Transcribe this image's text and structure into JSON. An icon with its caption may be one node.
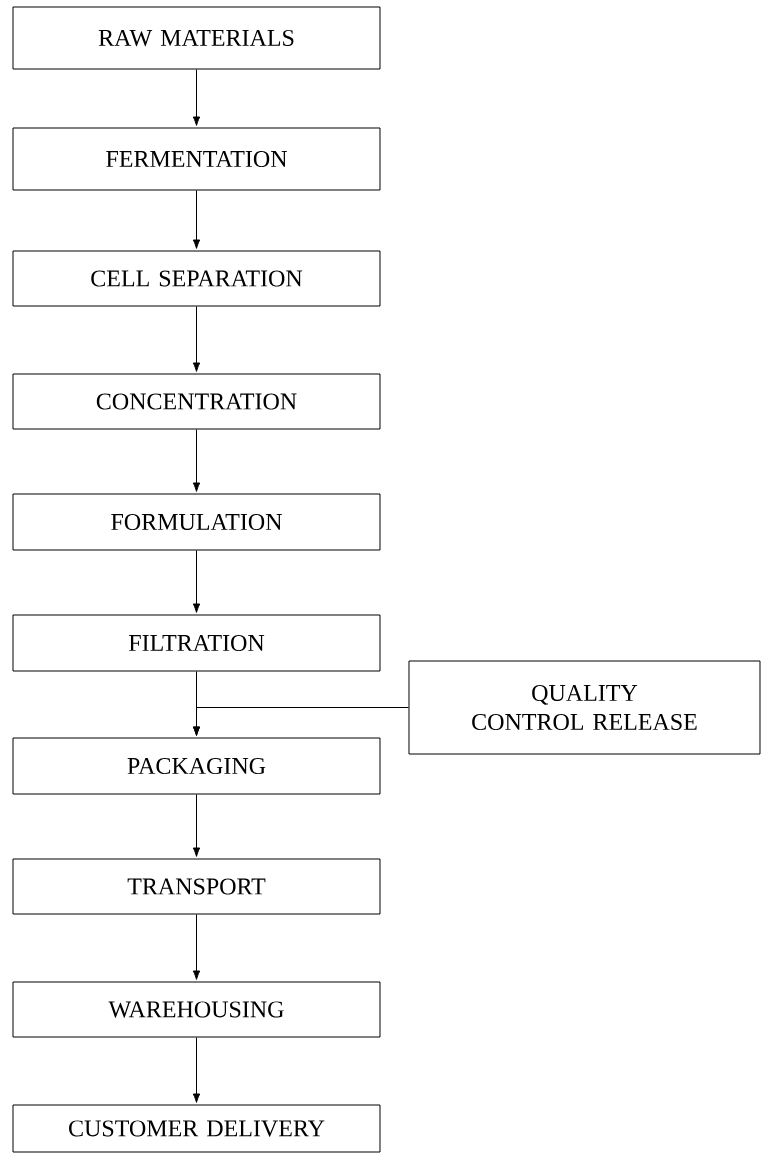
{
  "diagram": {
    "nodes": [
      {
        "text": [
          "RAW MATERIALS"
        ]
      },
      {
        "text": [
          "FERMENTATION"
        ]
      },
      {
        "text": [
          "CELL SEPARATION"
        ]
      },
      {
        "text": [
          "CONCENTRATION"
        ]
      },
      {
        "text": [
          "FORMULATION"
        ]
      },
      {
        "text": [
          "FILTRATION"
        ]
      },
      {
        "text": [
          "QUALITY CONTROL RELEASE"
        ]
      },
      {
        "text": [
          "PACKAGING"
        ]
      },
      {
        "text": [
          "TRANSPORT"
        ]
      },
      {
        "text": [
          "WAREHOUSING"
        ]
      },
      {
        "text": [
          "CUSTOMER DELIVERY"
        ]
      }
    ],
    "edges": [
      {
        "from": 0,
        "to": 1,
        "arrow": "to"
      },
      {
        "from": 1,
        "to": 2,
        "arrow": "to"
      },
      {
        "from": 2,
        "to": 3,
        "arrow": "to"
      },
      {
        "from": 3,
        "to": 4,
        "arrow": "to"
      },
      {
        "from": 4,
        "to": 5,
        "arrow": "to"
      },
      {
        "from": 5,
        "to": 7,
        "arrow": "to"
      },
      {
        "from": 6,
        "to": 7,
        "arrow": "to"
      },
      {
        "from": 7,
        "to": 8,
        "arrow": "to"
      },
      {
        "from": 8,
        "to": 9,
        "arrow": "to"
      },
      {
        "from": 9,
        "to": 10,
        "arrow": "to"
      }
    ]
  }
}
